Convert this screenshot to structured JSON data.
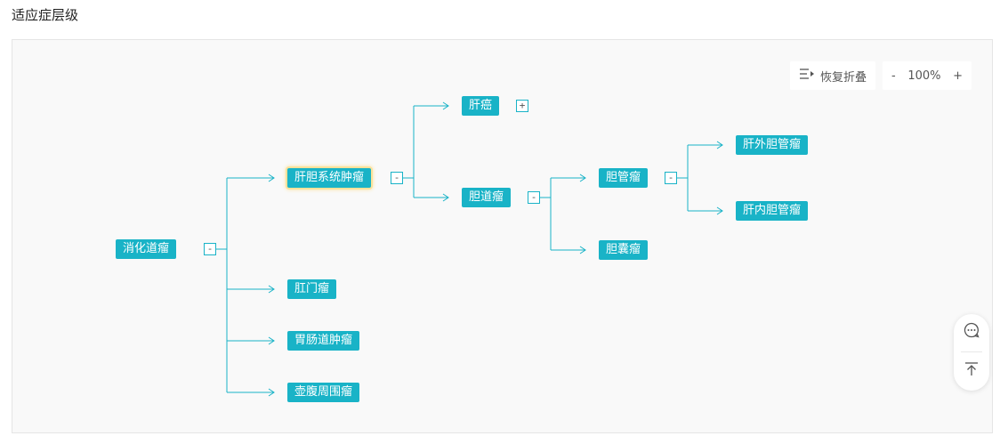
{
  "page": {
    "title": "适应症层级"
  },
  "toolbar": {
    "restore_label": "恢复折叠",
    "zoom_minus": "-",
    "zoom_level": "100%",
    "zoom_plus": "+"
  },
  "tree": {
    "root": "消化道瘤",
    "root_toggle": "-",
    "hepatobiliary": "肝胆系统肿瘤",
    "hepatobiliary_toggle": "-",
    "liver": "肝癌",
    "liver_toggle": "+",
    "biliary": "胆道瘤",
    "biliary_toggle": "-",
    "bile_duct": "胆管瘤",
    "bile_duct_toggle": "-",
    "extrahepatic": "肝外胆管瘤",
    "intrahepatic": "肝内胆管瘤",
    "gallbladder": "胆囊瘤",
    "anal": "肛门瘤",
    "gi_tumor": "胃肠道肿瘤",
    "peritoneal": "壶腹周围瘤"
  },
  "colors": {
    "node": "#19b3c7",
    "selected_glow": "#fbe29b",
    "link": "#19b3c7"
  },
  "icons": [
    "restore-fold-icon",
    "chat-icon",
    "back-to-top-icon"
  ]
}
